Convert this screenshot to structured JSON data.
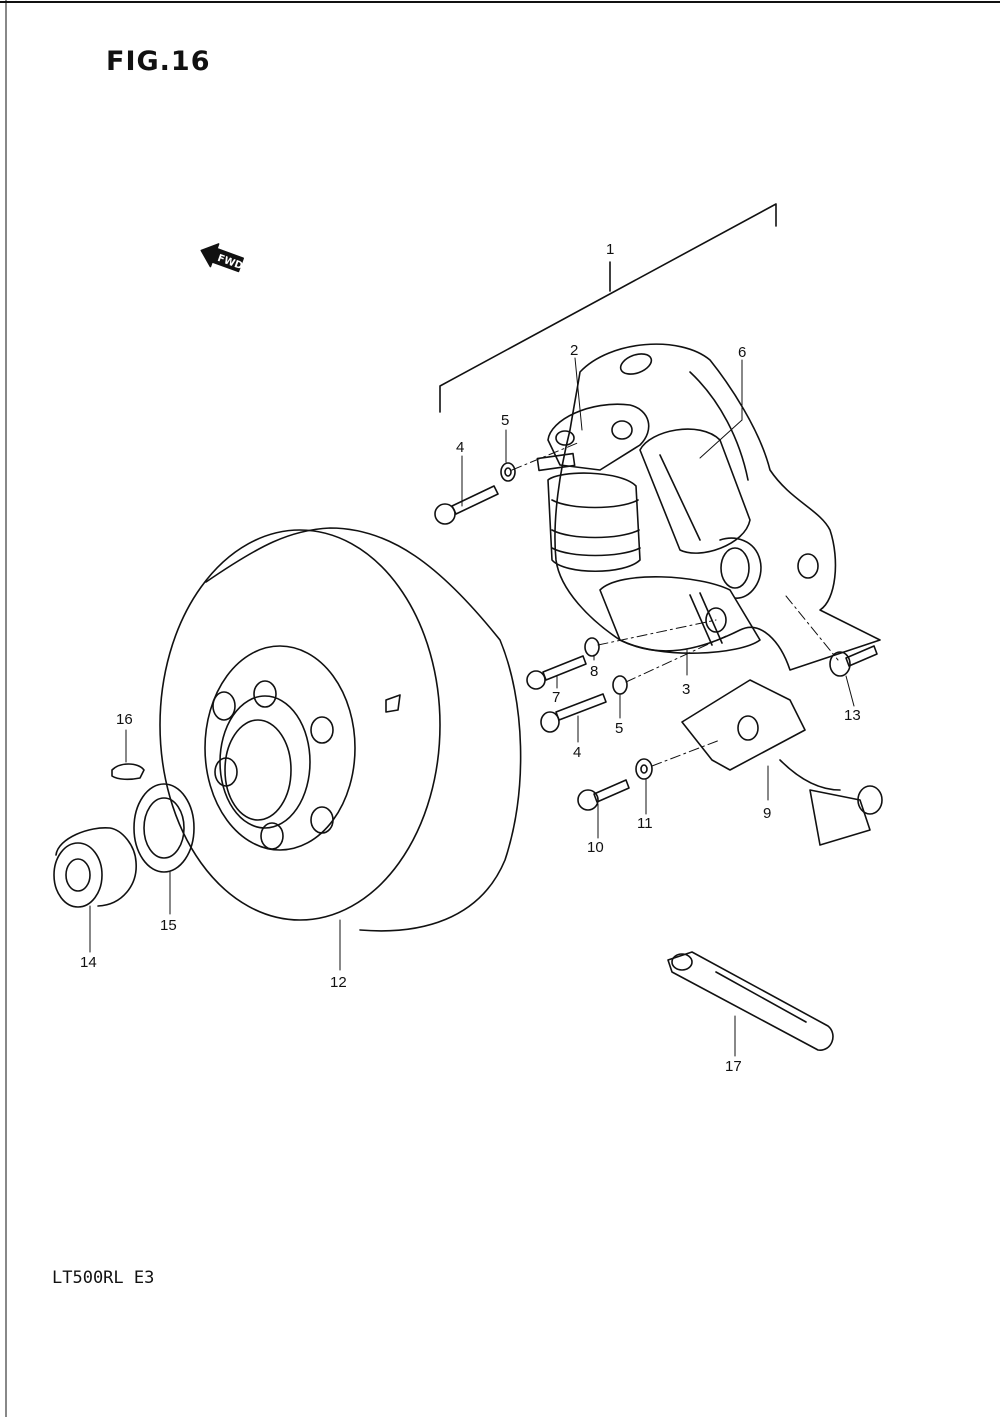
{
  "figure": {
    "title": "FIG.16",
    "model_code": "LT500RL  E3",
    "fwd_label": "FWD"
  },
  "callouts": [
    "1",
    "2",
    "3",
    "4",
    "5",
    "6",
    "7",
    "8",
    "4",
    "5",
    "10",
    "11",
    "9",
    "13",
    "16",
    "15",
    "14",
    "12",
    "17"
  ],
  "icons": {
    "fwd": "fwd-arrow-icon"
  },
  "colors": {
    "ink": "#111111",
    "paper": "#ffffff"
  }
}
